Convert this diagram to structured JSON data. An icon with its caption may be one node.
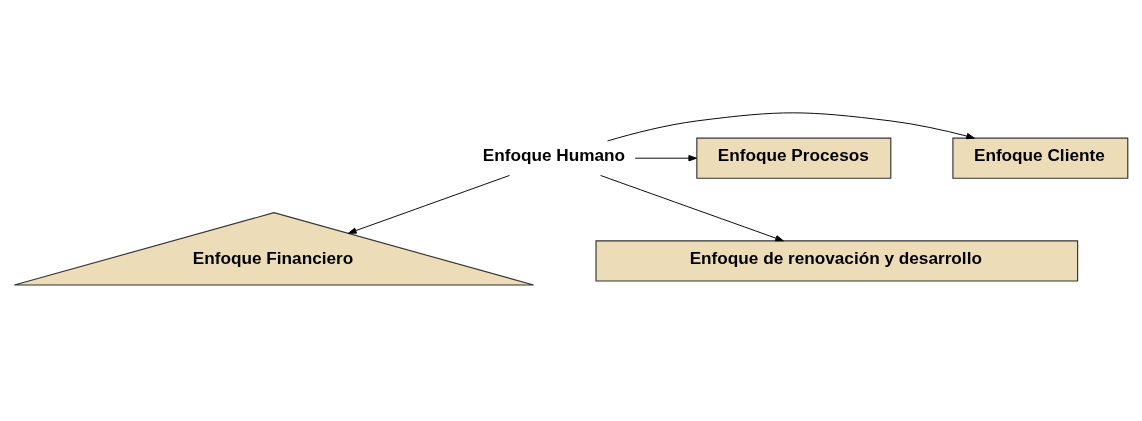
{
  "diagram": {
    "nodes": [
      {
        "text": [
          "Enfoque Financiero"
        ]
      },
      {
        "text": [
          "Enfoque Cliente"
        ]
      },
      {
        "text": [
          "Enfoque Humano"
        ]
      },
      {
        "text": [
          "Enfoque Procesos"
        ]
      },
      {
        "text": [
          "Enfoque de renovación y desarrollo"
        ]
      }
    ],
    "edges": [
      {
        "from": 2,
        "to": 0,
        "arrow": "to"
      },
      {
        "from": 2,
        "to": 1,
        "arrow": "to"
      },
      {
        "from": 2,
        "to": 3,
        "arrow": "to"
      },
      {
        "from": 2,
        "to": 4,
        "arrow": "to"
      }
    ]
  }
}
